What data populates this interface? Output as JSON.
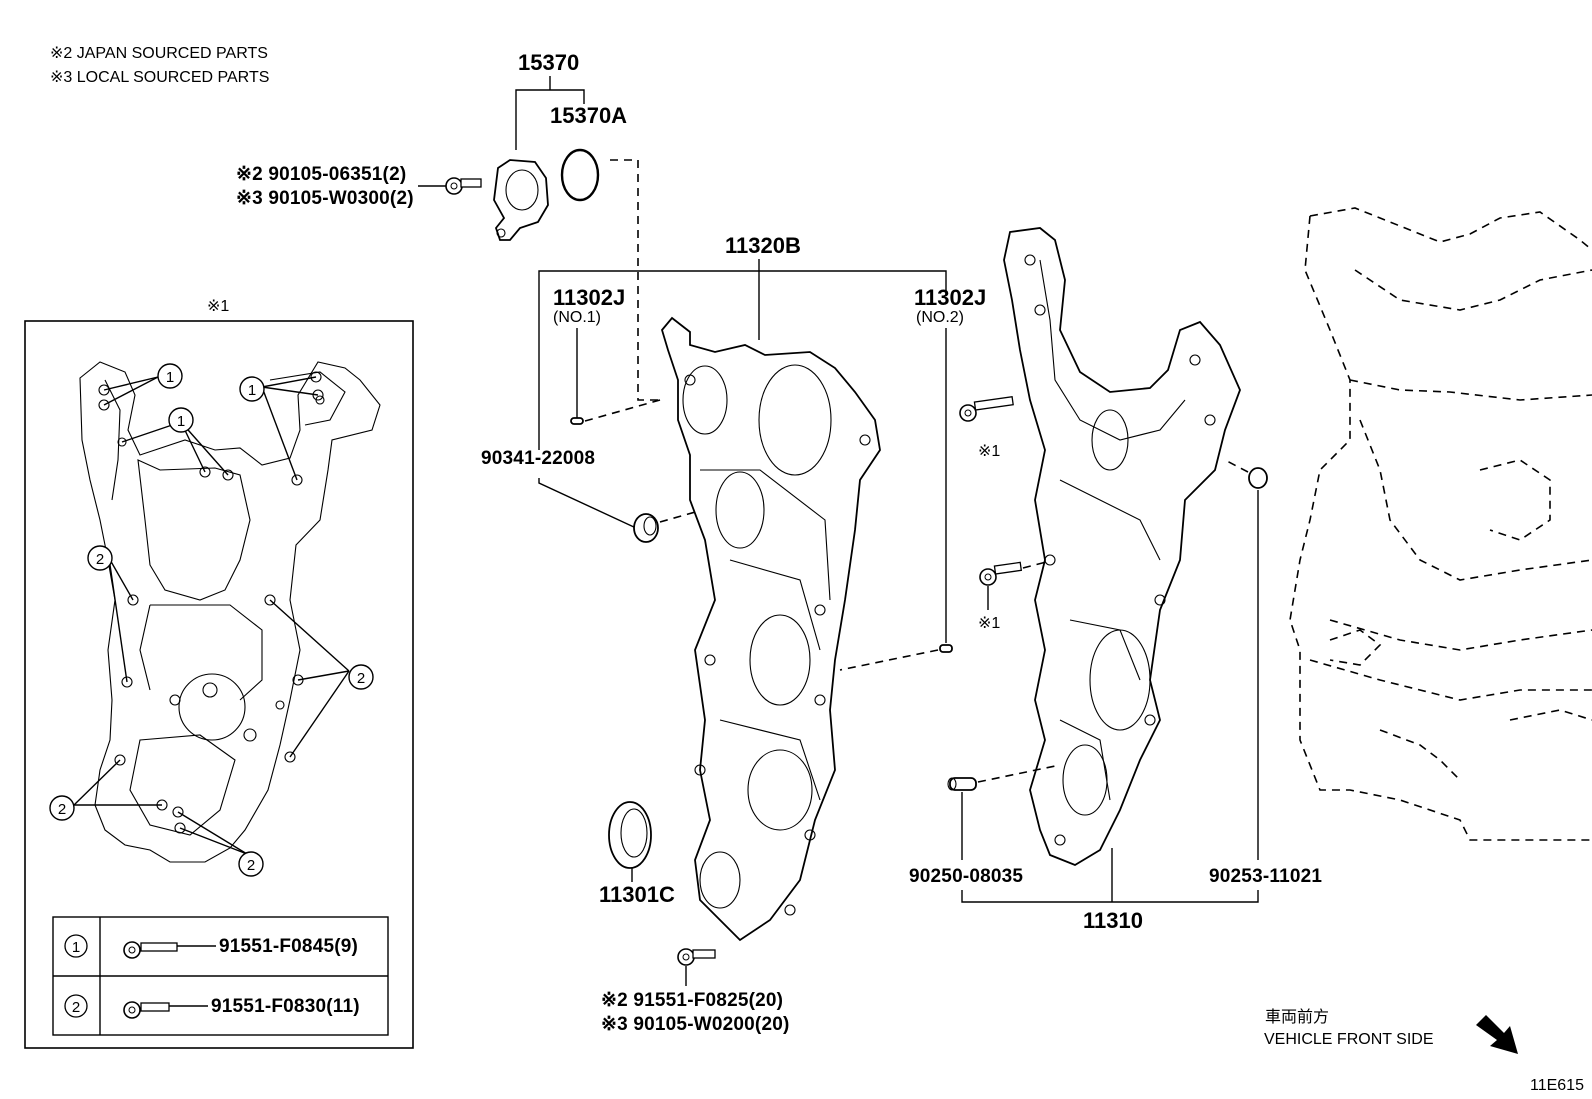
{
  "notes": {
    "japan": "※2 JAPAN SOURCED PARTS",
    "local": "※3 LOCAL SOURCED PARTS",
    "group1_mark": "※1"
  },
  "callouts": {
    "p15370": "15370",
    "p15370A": "15370A",
    "bolt_japan_top": "※2 90105-06351(2)",
    "bolt_local_top": "※3 90105-W0300(2)",
    "p11320B": "11320B",
    "p11302J_1": "11302J",
    "p11302J_1_sub": "(NO.1)",
    "p11302J_2": "11302J",
    "p11302J_2_sub": "(NO.2)",
    "p90341": "90341-22008",
    "p11301C": "11301C",
    "bolt_japan_bottom": "※2 91551-F0825(20)",
    "bolt_local_bottom": "※3 90105-W0200(20)",
    "mark_a": "※1",
    "mark_b": "※1",
    "p90250": "90250-08035",
    "p90253": "90253-11021",
    "p11310": "11310"
  },
  "legend": {
    "rows": [
      {
        "marker": "1",
        "part": "91551-F0845(9)"
      },
      {
        "marker": "2",
        "part": "91551-F0830(11)"
      }
    ]
  },
  "inset_markers": [
    "1",
    "1",
    "1",
    "2",
    "2",
    "2",
    "2"
  ],
  "direction": {
    "jp": "車両前方",
    "en": "VEHICLE FRONT SIDE"
  },
  "figure_id": "11E615"
}
